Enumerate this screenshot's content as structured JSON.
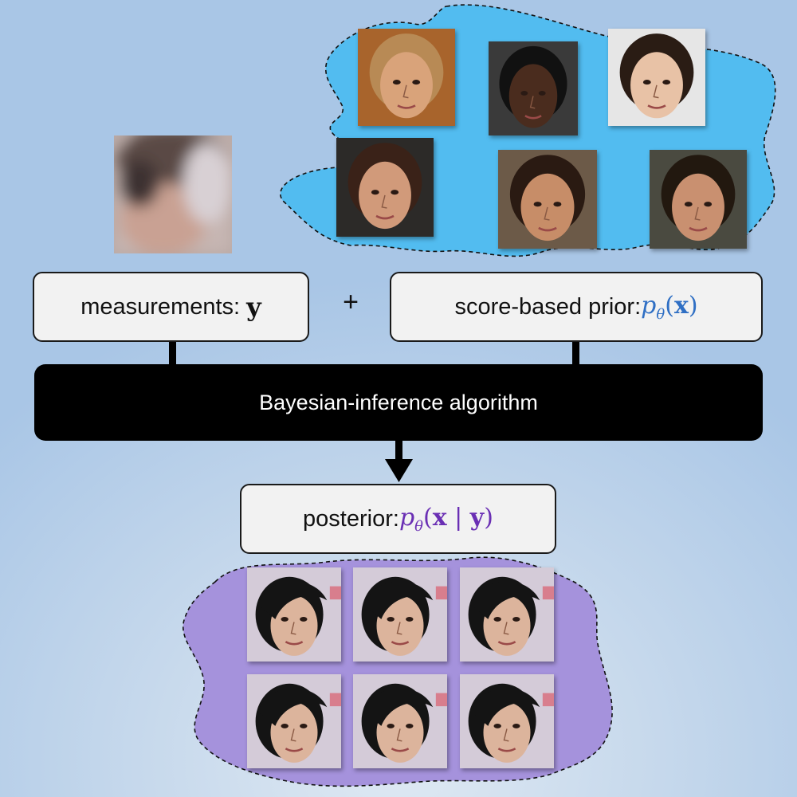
{
  "measurements": {
    "prefix": "measurements: ",
    "symbol": "y"
  },
  "plus": "+",
  "prior": {
    "prefix": "score-based prior: ",
    "p": "p",
    "sub": "θ",
    "open": "(",
    "var": "x",
    "close": ")"
  },
  "algorithm": "Bayesian-inference algorithm",
  "posterior": {
    "prefix": "posterior: ",
    "p": "p",
    "sub": "θ",
    "open": "(",
    "var": "x",
    "bar": " | ",
    "cond": "y",
    "close": ")"
  },
  "colors": {
    "prior_blob": "#52bcf0",
    "posterior_blob": "#a592dc",
    "prior_math": "#2f6fc4",
    "posterior_math": "#6a2fb4"
  },
  "prior_faces": [
    {
      "skin": "#d9a37a",
      "hair": "#b88a55",
      "bg": "#a8642c"
    },
    {
      "skin": "#4a2c1e",
      "hair": "#111111",
      "bg": "#3a3a3a"
    },
    {
      "skin": "#e8c2a6",
      "hair": "#2a1c14",
      "bg": "#e6e6e6"
    },
    {
      "skin": "#d19a7a",
      "hair": "#3a2218",
      "bg": "#2c2a28"
    },
    {
      "skin": "#c78d68",
      "hair": "#2a1a12",
      "bg": "#6c5a48"
    },
    {
      "skin": "#c99070",
      "hair": "#22180f",
      "bg": "#4a4a40"
    }
  ],
  "posterior_faces": [
    {
      "skin": "#dcb49c",
      "hair": "#141414",
      "bg": "#d4cbd8"
    },
    {
      "skin": "#dcb49c",
      "hair": "#141414",
      "bg": "#d4cbd8"
    },
    {
      "skin": "#dcb49c",
      "hair": "#141414",
      "bg": "#d4cbd8"
    },
    {
      "skin": "#dcb49c",
      "hair": "#141414",
      "bg": "#d4cbd8"
    },
    {
      "skin": "#dcb49c",
      "hair": "#141414",
      "bg": "#d4cbd8"
    },
    {
      "skin": "#dcb49c",
      "hair": "#141414",
      "bg": "#d4cbd8"
    }
  ]
}
